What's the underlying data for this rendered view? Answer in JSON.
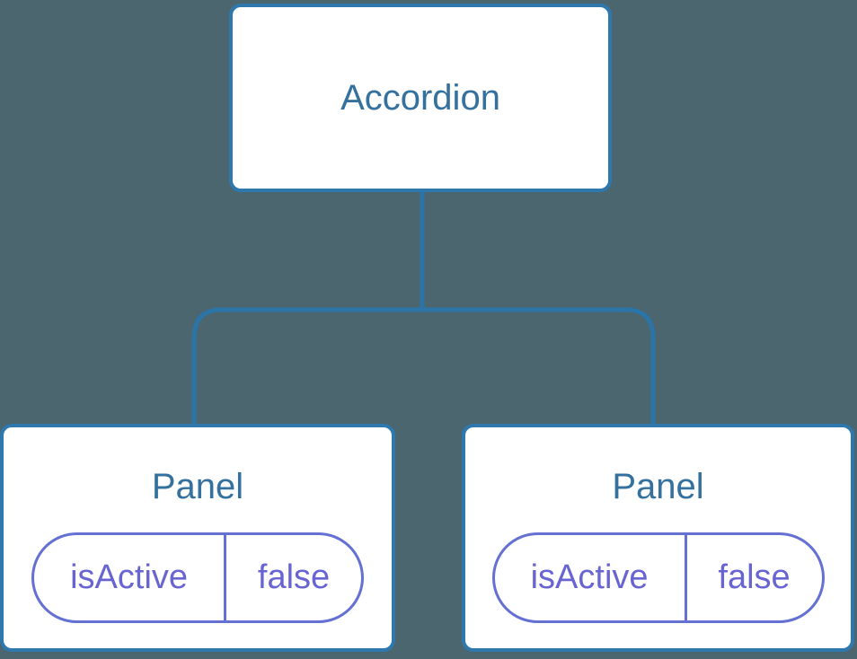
{
  "colors": {
    "background": "#4C6670",
    "box_fill": "#FFFFFF",
    "box_border": "#2E78AD",
    "connector": "#2B74A8",
    "heading_text": "#35719E",
    "pill_border": "#6570D3",
    "pill_text": "#6865D2"
  },
  "diagram": {
    "type": "component-tree",
    "root": {
      "label": "Accordion"
    },
    "children": [
      {
        "label": "Panel",
        "state": {
          "name": "isActive",
          "value": "false"
        }
      },
      {
        "label": "Panel",
        "state": {
          "name": "isActive",
          "value": "false"
        }
      }
    ]
  }
}
